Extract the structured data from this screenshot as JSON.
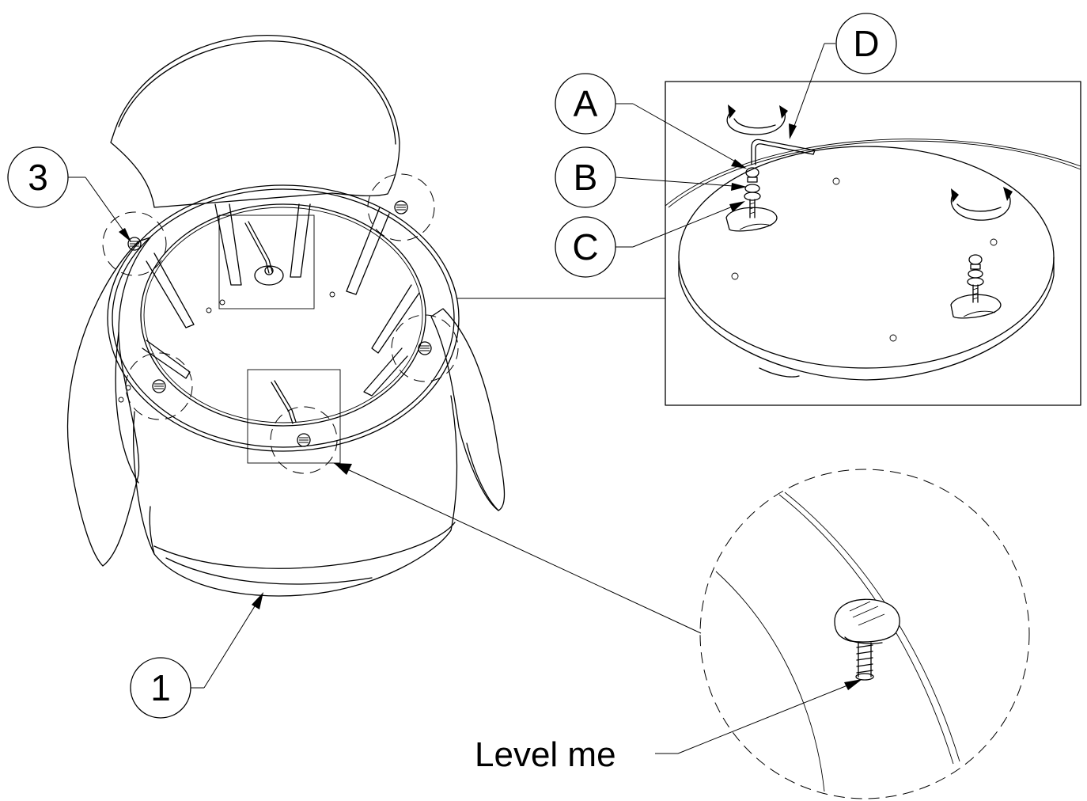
{
  "callouts": {
    "part_1": "1",
    "part_3": "3",
    "a": "A",
    "b": "B",
    "c": "C",
    "d": "D"
  },
  "caption": "Level me"
}
